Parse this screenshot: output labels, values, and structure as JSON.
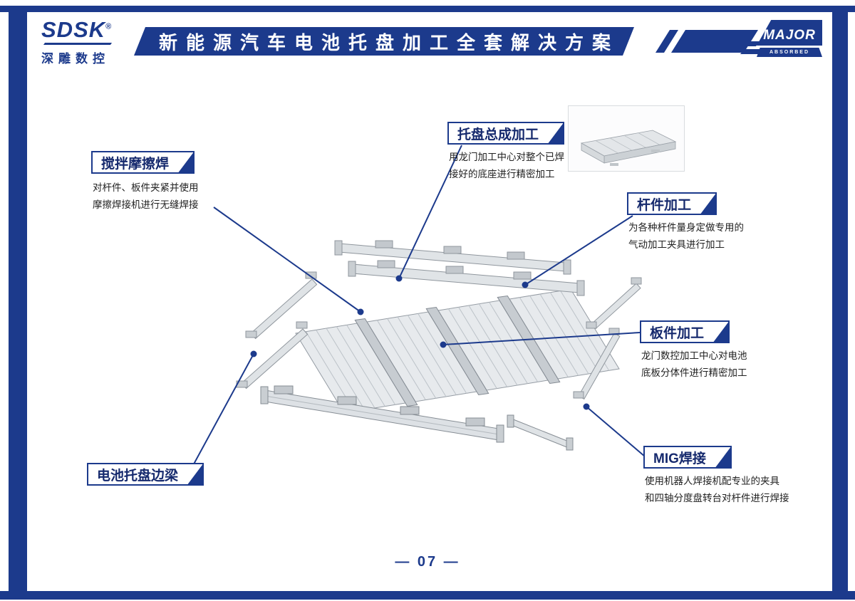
{
  "meta": {
    "accent_blue": "#1c3a8c",
    "background": "#ffffff"
  },
  "header": {
    "brand": {
      "name": "SDSK",
      "registered": "®",
      "subname": "深雕数控"
    },
    "title": "新能源汽车电池托盘加工全套解决方案",
    "partner": {
      "name": "MAJOR",
      "tagline": "ABSORBED"
    }
  },
  "callouts": [
    {
      "id": "friction-stir-welding",
      "title": "搅拌摩擦焊",
      "desc_lines": [
        "对杆件、板件夹紧并使用",
        "摩擦焊接机进行无缝焊接"
      ]
    },
    {
      "id": "tray-assembly-machining",
      "title": "托盘总成加工",
      "desc_lines": [
        "用龙门加工中心对整个已焊",
        "接好的底座进行精密加工"
      ]
    },
    {
      "id": "bar-machining",
      "title": "杆件加工",
      "desc_lines": [
        "为各种杆件量身定做专用的",
        "气动加工夹具进行加工"
      ]
    },
    {
      "id": "plate-machining",
      "title": "板件加工",
      "desc_lines": [
        "龙门数控加工中心对电池",
        "底板分体件进行精密加工"
      ]
    },
    {
      "id": "mig-welding",
      "title": "MIG焊接",
      "desc_lines": [
        "使用机器人焊接机配专业的夹具",
        "和四轴分度盘转台对杆件进行焊接"
      ]
    },
    {
      "id": "battery-tray-side-beam",
      "title": "电池托盘边梁",
      "desc_lines": []
    }
  ],
  "footer": {
    "page_number": "— 07 —"
  }
}
